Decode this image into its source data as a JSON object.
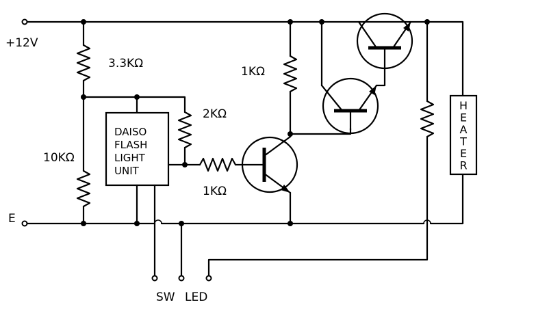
{
  "labels": {
    "supply": "+12V",
    "ground": "E",
    "r_top": "3.3KΩ",
    "r_bottom": "10KΩ",
    "r_feedback": "2KΩ",
    "r_base": "1KΩ",
    "r_collector": "1KΩ",
    "flash_unit": [
      "DAISO",
      "FLASH",
      "LIGHT",
      "UNIT"
    ],
    "heater": [
      "H",
      "E",
      "A",
      "T",
      "E",
      "R"
    ],
    "sw": "SW",
    "led": "LED"
  },
  "colors": {
    "ink": "#000000",
    "background": "#ffffff"
  }
}
